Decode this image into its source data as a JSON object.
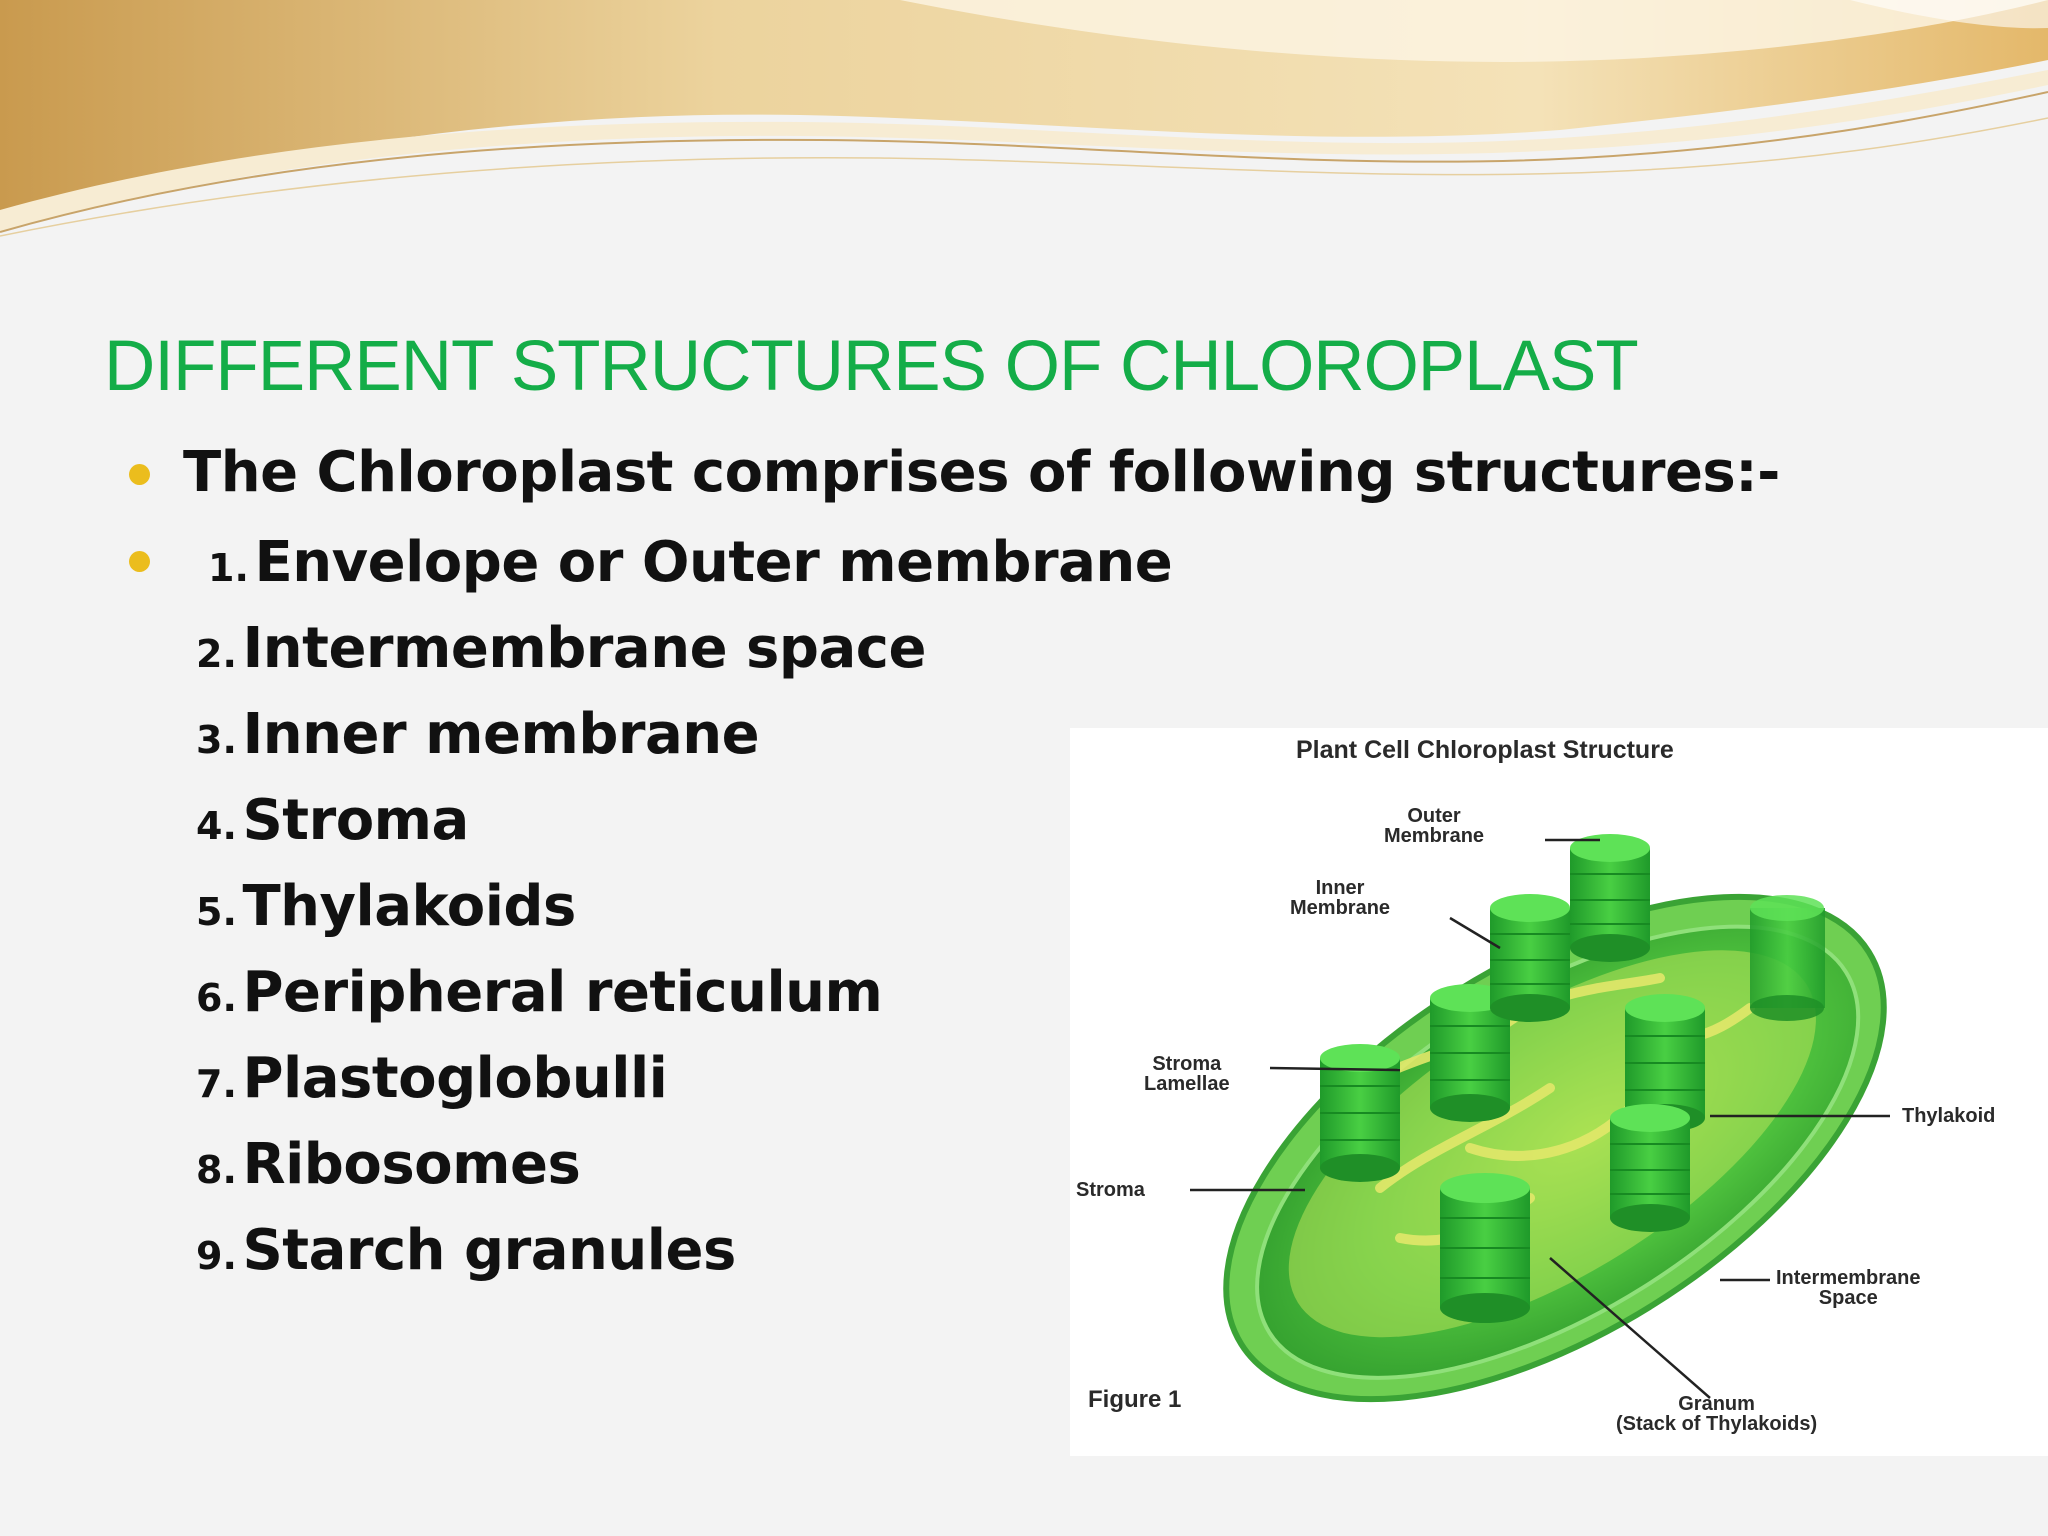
{
  "slide": {
    "title": "DIFFERENT STRUCTURES OF CHLOROPLAST",
    "intro": "The Chloroplast comprises of following structures:-",
    "items": [
      {
        "num": "1.",
        "label": "Envelope or Outer membrane"
      },
      {
        "num": "2.",
        "label": "Intermembrane space"
      },
      {
        "num": "3.",
        "label": "Inner membrane"
      },
      {
        "num": "4.",
        "label": "Stroma"
      },
      {
        "num": "5.",
        "label": "Thylakoids"
      },
      {
        "num": "6.",
        "label": "Peripheral reticulum"
      },
      {
        "num": "7.",
        "label": "Plastoglobulli"
      },
      {
        "num": "8.",
        "label": "Ribosomes"
      },
      {
        "num": "9.",
        "label": "Starch granules"
      }
    ]
  },
  "figure": {
    "heading": "Plant Cell Chloroplast Structure",
    "caption": "Figure 1",
    "labels": {
      "outer_membrane": [
        "Outer",
        "Membrane"
      ],
      "inner_membrane": [
        "Inner",
        "Membrane"
      ],
      "stroma_lamellae": [
        "Stroma",
        "Lamellae"
      ],
      "stroma": "Stroma",
      "thylakoid": "Thylakoid",
      "intermembrane_space": [
        "Intermembrane",
        "Space"
      ],
      "granum": [
        "Granum",
        "(Stack of Thylakoids)"
      ]
    }
  },
  "colors": {
    "title": "#14ad48",
    "bullet": "#ebbd1d",
    "text": "#111111",
    "banner_gold": "#e9c889",
    "chloroplast_green": "#3fbf3a"
  }
}
